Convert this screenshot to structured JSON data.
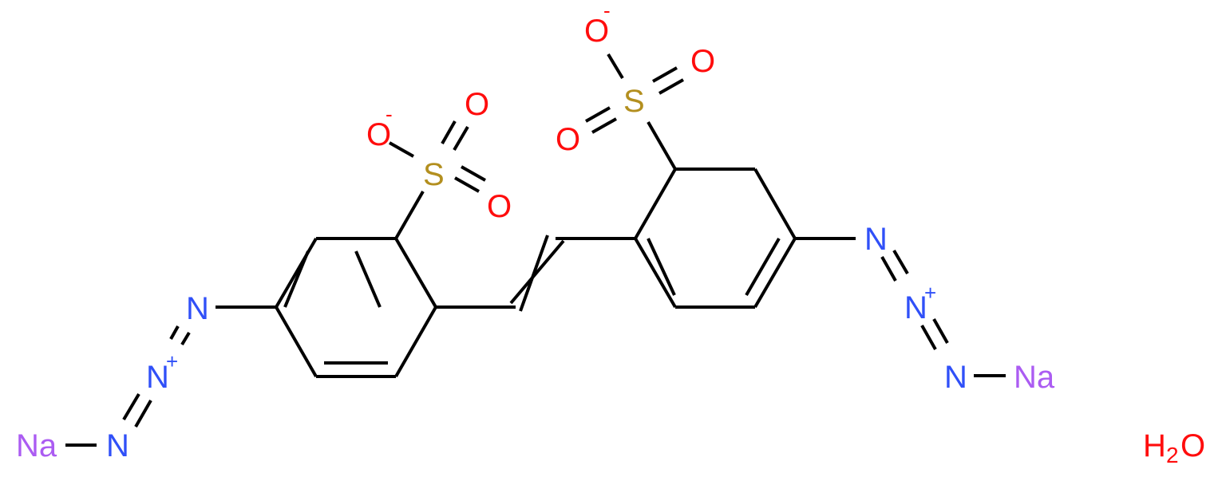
{
  "molecule": {
    "name": "disodium 4,4'-diazidostilbene-2,2'-disulfonate hydrate",
    "colors": {
      "bond": "#000000",
      "oxygen": "#ff0d0d",
      "sulfur": "#b38f1f",
      "nitrogen": "#3050f8",
      "sodium": "#ab5cf2"
    },
    "atoms": {
      "left_sulfonate": {
        "o_minus": "O",
        "s": "S",
        "o1": "O",
        "o2": "O",
        "minus": "-"
      },
      "right_sulfonate": {
        "o_minus": "O",
        "s": "S",
        "o1": "O",
        "o2": "O",
        "minus": "-"
      },
      "left_azide": {
        "n1": "N",
        "n2": "N",
        "n3": "N",
        "plus": "+",
        "na": "Na"
      },
      "right_azide": {
        "n1": "N",
        "n2": "N",
        "n3": "N",
        "plus": "+",
        "na": "Na"
      },
      "water": {
        "h": "H",
        "sub": "2",
        "o": "O"
      }
    }
  }
}
